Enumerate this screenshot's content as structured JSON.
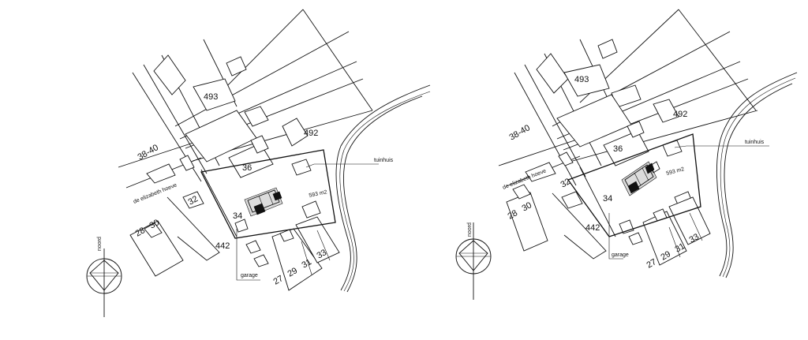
{
  "plans": [
    {
      "id": "left",
      "house_numbers": {
        "n493": "493",
        "n492": "492",
        "n3840": "38-40",
        "n36": "36",
        "n34": "34",
        "n32": "32",
        "n28": "28",
        "n30": "30",
        "n442": "442",
        "n27": "27",
        "n29": "29",
        "n31": "31",
        "n33": "33"
      },
      "street_name": "de elizabeth hoeve",
      "area_label": "593 m2",
      "callouts": {
        "tuinhuis": "tuinhuis",
        "garage": "garage"
      },
      "north_label": "noord"
    },
    {
      "id": "right",
      "house_numbers": {
        "n493": "493",
        "n492": "492",
        "n3840": "38-40",
        "n36": "36",
        "n34": "34",
        "n32": "32",
        "n28": "28",
        "n30": "30",
        "n442": "442",
        "n27": "27",
        "n29": "29",
        "n31": "31",
        "n33": "33"
      },
      "street_name": "de elizabeth hoeve",
      "area_label": "593 m2",
      "callouts": {
        "tuinhuis": "tuinhuis",
        "garage": "garage"
      },
      "north_label": "noord"
    }
  ]
}
